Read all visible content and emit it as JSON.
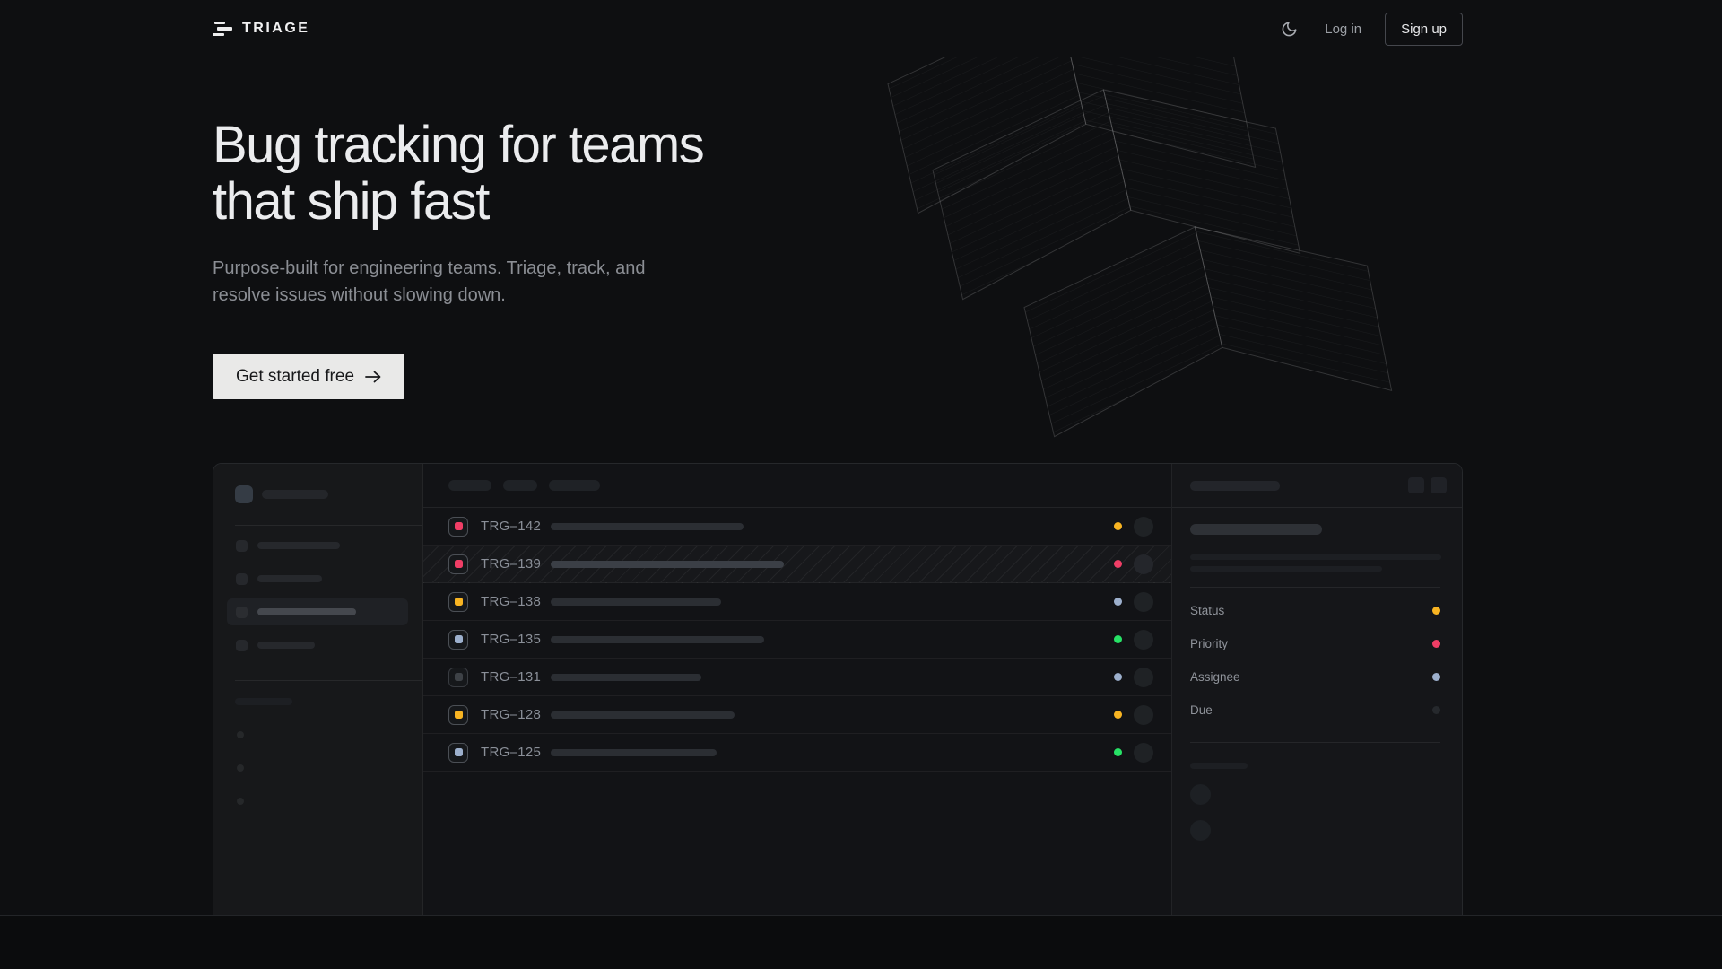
{
  "nav": {
    "brand": "TRIAGE",
    "login_label": "Log in",
    "signup_label": "Sign up"
  },
  "hero": {
    "title_line1": "Bug tracking for teams",
    "title_line2": "that ship fast",
    "subtitle_line1": "Purpose-built for engineering teams. Triage, track, and",
    "subtitle_line2": "resolve issues without slowing down.",
    "cta_label": "Get started free"
  },
  "colors": {
    "amber": "#f8b422",
    "pink": "#f03e66",
    "blue": "#9db0cd",
    "green": "#27e266",
    "muted_dot": "#3e4247",
    "due_dot": "#26292d"
  },
  "mockup": {
    "issues": [
      {
        "id": "TRG–142",
        "icon_color": "#f03e66",
        "status_color": "#f8b422",
        "title_width": 215,
        "selected": false,
        "muted": false
      },
      {
        "id": "TRG–139",
        "icon_color": "#f03e66",
        "status_color": "#f03e66",
        "title_width": 260,
        "selected": true,
        "muted": false
      },
      {
        "id": "TRG–138",
        "icon_color": "#f8b422",
        "status_color": "#9db0cd",
        "title_width": 190,
        "selected": false,
        "muted": false
      },
      {
        "id": "TRG–135",
        "icon_color": "#9db0cd",
        "status_color": "#27e266",
        "title_width": 238,
        "selected": false,
        "muted": false
      },
      {
        "id": "TRG–131",
        "icon_color": "#3e4247",
        "status_color": "#9db0cd",
        "title_width": 168,
        "selected": false,
        "muted": true
      },
      {
        "id": "TRG–128",
        "icon_color": "#f8b422",
        "status_color": "#f8b422",
        "title_width": 205,
        "selected": false,
        "muted": false
      },
      {
        "id": "TRG–125",
        "icon_color": "#9db0cd",
        "status_color": "#27e266",
        "title_width": 185,
        "selected": false,
        "muted": false
      }
    ],
    "filter_pill_widths": [
      48,
      38,
      57
    ],
    "detail_fields": [
      {
        "label": "Status",
        "color": "#f8b422"
      },
      {
        "label": "Priority",
        "color": "#f03e66"
      },
      {
        "label": "Assignee",
        "color": "#9db0cd"
      },
      {
        "label": "Due",
        "color": "#26292d"
      }
    ]
  }
}
